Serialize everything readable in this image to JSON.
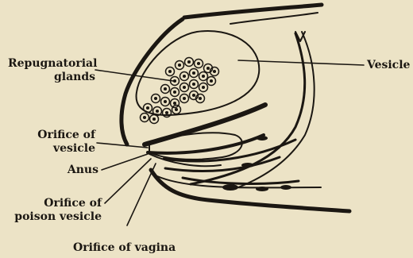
{
  "labels": {
    "repugnatorial_glands": [
      "Repugnatorial",
      "glands"
    ],
    "vesicle": "Vesicle",
    "orifice_of_vesicle": [
      "Orifice of",
      "vesicle"
    ],
    "anus": "Anus",
    "orifice_of_poison_vesicle": [
      "Orifice of",
      "poison vesicle"
    ],
    "orifice_of_vagina": "Orifice of vagina"
  },
  "colors": {
    "paper": "#ece3c6",
    "ink": "#1b1712"
  }
}
